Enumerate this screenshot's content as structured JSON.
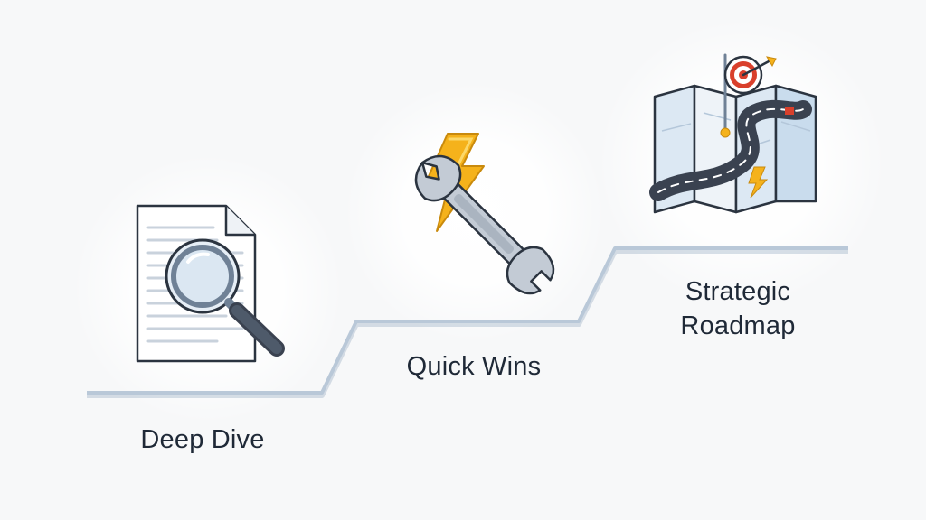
{
  "steps": [
    {
      "label": "Deep Dive",
      "icon": "document-magnifier-icon"
    },
    {
      "label": "Quick Wins",
      "icon": "lightning-wrench-icon"
    },
    {
      "label_lines": [
        "Strategic",
        "Roadmap"
      ],
      "icon": "roadmap-target-icon"
    }
  ],
  "colors": {
    "background": "#f7f8f9",
    "step_line": "#b9c8d8",
    "step_line_shadow": "#8fa5bd",
    "outline": "#2b3440",
    "lightning": "#f5b21b",
    "target_red": "#d9402c",
    "map_blue": "#d9e6f2",
    "road": "#3a4250"
  }
}
